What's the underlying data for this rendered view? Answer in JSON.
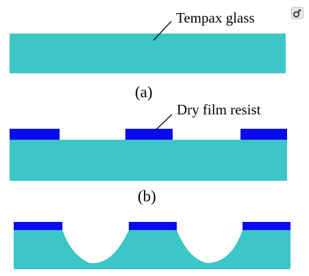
{
  "labels": {
    "glass": "Tempax glass",
    "resist": "Dry film resist",
    "step_a": "(a)",
    "step_b": "(b)"
  },
  "colors": {
    "glass": "#3cc6c8",
    "resist": "#0a0af2",
    "background": "#ffffff",
    "text": "#000000",
    "leader_line": "#000000"
  },
  "icons": {
    "corner": "tag-icon"
  }
}
